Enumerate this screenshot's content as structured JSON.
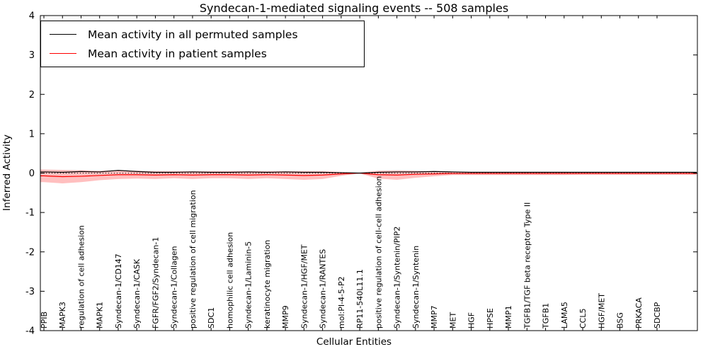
{
  "chart_data": {
    "type": "line",
    "title": "Syndecan-1-mediated signaling events -- 508 samples",
    "xlabel": "Cellular Entities",
    "ylabel": "Inferred Activity",
    "ylim": [
      -4,
      4
    ],
    "yticks": [
      -4,
      -3,
      -2,
      -1,
      0,
      1,
      2,
      3,
      4
    ],
    "grid": false,
    "legend_position": "upper left",
    "categories": [
      "PPIB",
      "MAPK3",
      "regulation of cell adhesion",
      "MAPK1",
      "Syndecan-1/CD147",
      "Syndecan-1/CASK",
      "FGFR/FGF2/Syndecan-1",
      "Syndecan-1/Collagen",
      "positive regulation of cell migration",
      "SDC1",
      "homophilic cell adhesion",
      "Syndecan-1/Laminin-5",
      "keratinocyte migration",
      "MMP9",
      "Syndecan-1/HGF/MET",
      "Syndecan-1/RANTES",
      "mol:PI-4-5-P2",
      "RP11-540L11.1",
      "positive regulation of cell-cell adhesion",
      "Syndecan-1/Syntenin/PIP2",
      "Syndecan-1/Syntenin",
      "MMP7",
      "MET",
      "HGF",
      "HPSE",
      "MMP1",
      "TGFB1/TGF beta receptor Type II",
      "TGFB1",
      "LAMA5",
      "CCL5",
      "HGF/MET",
      "BSG",
      "PRKACA",
      "SDCBP"
    ],
    "series": [
      {
        "name": "Mean activity in all permuted samples",
        "color": "#000000",
        "values": [
          0.03,
          0.02,
          0.04,
          0.03,
          0.07,
          0.04,
          0.02,
          0.02,
          0.03,
          0.02,
          0.02,
          0.03,
          0.02,
          0.03,
          0.02,
          0.02,
          0.01,
          0.0,
          0.02,
          0.03,
          0.03,
          0.04,
          0.03,
          0.02,
          0.02,
          0.02,
          0.02,
          0.02,
          0.02,
          0.02,
          0.02,
          0.02,
          0.02,
          0.02
        ]
      },
      {
        "name": "Mean activity in patient samples",
        "color": "#ff0000",
        "values": [
          -0.07,
          -0.09,
          -0.08,
          -0.06,
          -0.04,
          -0.04,
          -0.05,
          -0.04,
          -0.05,
          -0.04,
          -0.04,
          -0.05,
          -0.04,
          -0.05,
          -0.06,
          -0.05,
          -0.02,
          0.0,
          -0.04,
          -0.05,
          -0.03,
          -0.02,
          -0.01,
          -0.01,
          -0.01,
          -0.01,
          -0.01,
          -0.01,
          -0.01,
          -0.01,
          -0.01,
          -0.01,
          -0.01,
          -0.01
        ],
        "band_halfwidth": [
          0.16,
          0.17,
          0.15,
          0.12,
          0.11,
          0.1,
          0.1,
          0.09,
          0.1,
          0.09,
          0.09,
          0.1,
          0.09,
          0.1,
          0.11,
          0.1,
          0.05,
          0.01,
          0.1,
          0.12,
          0.09,
          0.06,
          0.04,
          0.04,
          0.04,
          0.04,
          0.04,
          0.04,
          0.04,
          0.03,
          0.03,
          0.03,
          0.03,
          0.03
        ]
      }
    ]
  }
}
